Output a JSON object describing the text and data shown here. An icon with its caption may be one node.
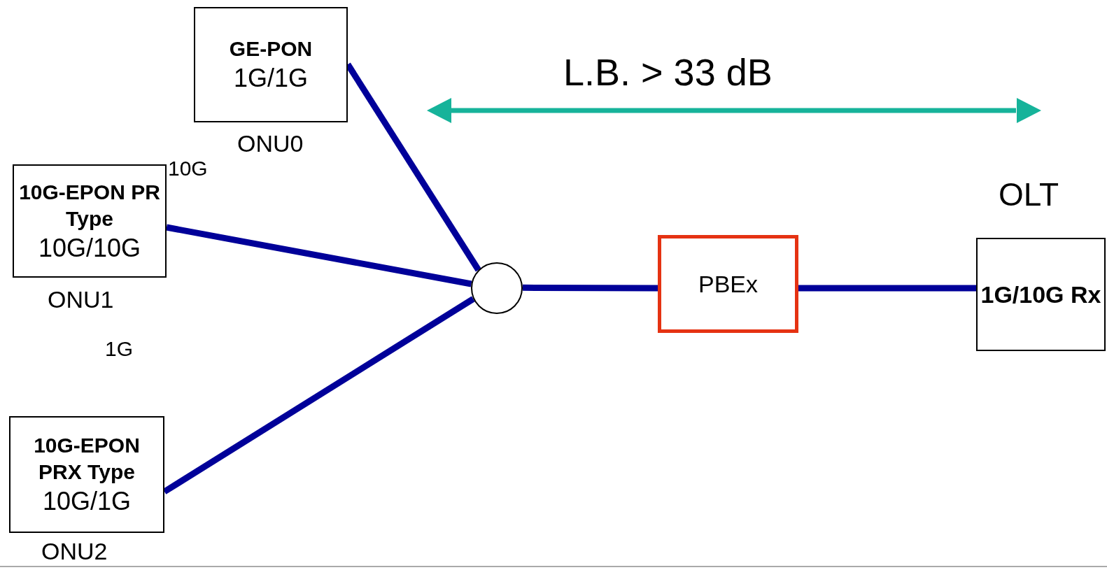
{
  "diagram": {
    "nodes": [
      {
        "text": [
          "GE-PON",
          "1G/1G"
        ],
        "beside": [
          "ONU0"
        ]
      },
      {
        "text": [
          "10G-EPON PR Type",
          "10G/10G"
        ],
        "beside": [
          "ONU1"
        ]
      },
      {
        "text": [
          "10G-EPON PRX Type",
          "10G/1G"
        ],
        "beside": [
          "ONU2"
        ]
      },
      {
        "text": [],
        "shape": "circle"
      },
      {
        "text": [
          "PBEx"
        ]
      },
      {
        "text": [
          "1G/10G Rx"
        ],
        "beside": [
          "OLT"
        ]
      }
    ],
    "edges": [
      {
        "from": 0,
        "to": 3,
        "arrow": "none"
      },
      {
        "from": 1,
        "to": 3,
        "arrow": "none"
      },
      {
        "from": 2,
        "to": 3,
        "arrow": "none"
      },
      {
        "from": 3,
        "to": 4,
        "arrow": "none"
      },
      {
        "from": 4,
        "to": 5,
        "arrow": "none"
      }
    ],
    "labels": [
      "L.B. > 33 dB",
      "10G",
      "1G"
    ]
  }
}
